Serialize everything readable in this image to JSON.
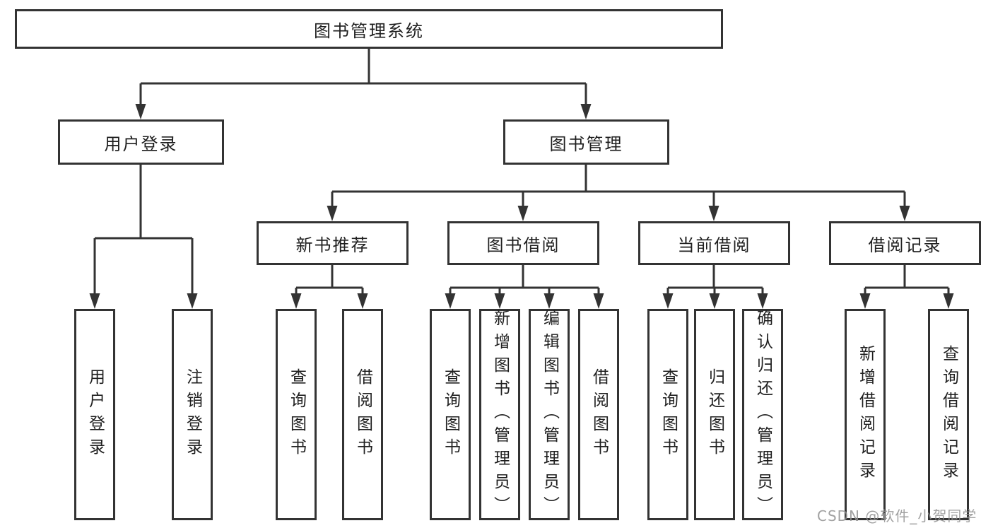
{
  "diagram": {
    "root": {
      "label": "图书管理系统"
    },
    "user_login": {
      "label": "用户登录",
      "children": [
        {
          "label": "用户登录"
        },
        {
          "label": "注销登录"
        }
      ]
    },
    "book_manage": {
      "label": "图书管理",
      "sections": [
        {
          "label": "新书推荐",
          "children": [
            {
              "label": "查询图书"
            },
            {
              "label": "借阅图书"
            }
          ]
        },
        {
          "label": "图书借阅",
          "children": [
            {
              "label": "查询图书"
            },
            {
              "label": "新增图书（管理员）"
            },
            {
              "label": "编辑图书（管理员）"
            },
            {
              "label": "借阅图书"
            }
          ]
        },
        {
          "label": "当前借阅",
          "children": [
            {
              "label": "查询图书"
            },
            {
              "label": "归还图书"
            },
            {
              "label": "确认归还（管理员）"
            }
          ]
        },
        {
          "label": "借阅记录",
          "children": [
            {
              "label": "新增借阅记录"
            },
            {
              "label": "查询借阅记录"
            }
          ]
        }
      ]
    },
    "watermark": "CSDN @软件_小贺同学"
  },
  "colors": {
    "line": "#333333",
    "text": "#1f1f1f",
    "box_background": "#ffffff",
    "page_background": "#ffffff",
    "watermark": "#919191"
  }
}
